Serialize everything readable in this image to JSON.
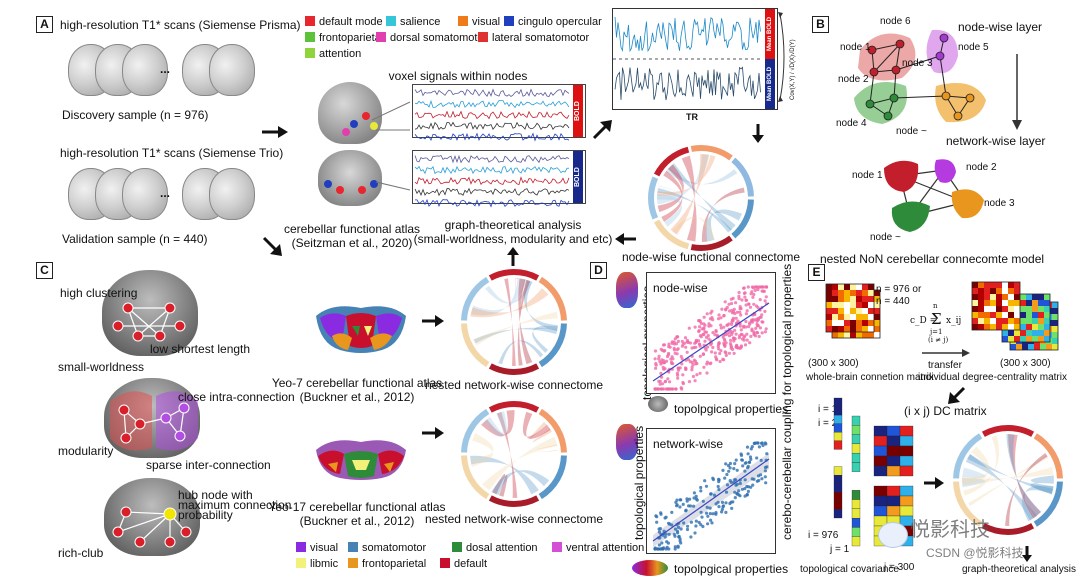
{
  "panel_letters": [
    "A",
    "B",
    "C",
    "D",
    "E"
  ],
  "panel_a": {
    "prisma_label": "high-resolution T1* scans (Siemense Prisma)",
    "trio_label": "high-resolution T1* scans (Siemense Trio)",
    "ellipsis": "...",
    "discovery": "Discovery sample (n = 976)",
    "validation": "Validation sample (n = 440)",
    "voxel_title": "voxel signals within nodes",
    "bold": "BOLD",
    "atlas": "cerebellar functional atlas",
    "atlas_ref": "(Seitzman et al., 2020)",
    "graph_theory": "graph-theoretical analysis",
    "graph_theory_sub": "(small-worldness, modularity and etc)",
    "legend": [
      {
        "label": "default mode",
        "color": "#e8262d"
      },
      {
        "label": "salience",
        "color": "#35c6d9"
      },
      {
        "label": "visual",
        "color": "#ef7a1a"
      },
      {
        "label": "cingulo opercular",
        "color": "#1f3fbf"
      },
      {
        "label": "frontoparietal",
        "color": "#5cc23a"
      },
      {
        "label": "dorsal somatomotor",
        "color": "#e23fae"
      },
      {
        "label": "lateral somatomotor",
        "color": "#e03131"
      },
      {
        "label": "attention",
        "color": "#8fd43a"
      }
    ]
  },
  "timeseries": {
    "mean_bold_top": "Mean BOLD",
    "mean_bold_bottom": "Mean BOLD",
    "xlabel": "TR",
    "corr_formula": "Cov(X,Y) / √D(X)√D(Y)",
    "node_wise_connectome": "node-wise functional connectome"
  },
  "panel_b": {
    "node_layer": "node-wise layer",
    "network_layer": "network-wise layer",
    "nodes_top": [
      "node 6",
      "node 1",
      "node 5",
      "node 2",
      "node 3",
      "node 4",
      "node ~"
    ],
    "nodes_bottom": [
      "node 1",
      "node 2",
      "node 3",
      "node ~"
    ],
    "caption": "nested NoN cerebellar connecomte model"
  },
  "panel_c": {
    "high_clustering": "high clustering",
    "low_shortest": "low shortest length",
    "small_worldness": "small-worldness",
    "close_intra": "close intra-connection",
    "modularity": "modularity",
    "sparse_inter": "sparse inter-connection",
    "hub_node": "hub node with\nmaximum connection\nprobability",
    "rich_club": "rich-club",
    "yeo7": "Yeo-7 cerebellar functional atlas",
    "yeo7_ref": "(Buckner et al., 2012)",
    "yeo17": "Yeo-17 cerebellar functional atlas",
    "yeo17_ref": "(Buckner et al., 2012)",
    "nested_1": "nested network-wise connectome",
    "nested_2": "nested network-wise connectome",
    "legend": [
      {
        "label": "visual",
        "color": "#8a2be2"
      },
      {
        "label": "somatomotor",
        "color": "#4682b4"
      },
      {
        "label": "dosal attention",
        "color": "#2e8b3a"
      },
      {
        "label": "ventral attention",
        "color": "#d44fd4"
      },
      {
        "label": "libmic",
        "color": "#f2f27a"
      },
      {
        "label": "frontoparietal",
        "color": "#e8961e"
      },
      {
        "label": "default",
        "color": "#c8102e"
      }
    ]
  },
  "panel_d": {
    "ylabel": "topological properties",
    "node_wise": "node-wise",
    "network_wise": "network-wise",
    "xlabel_1": "topolpgical properties",
    "xlabel_2": "topolpgical properties",
    "side_label": "cerebo-cerebellar coupling for topological properties"
  },
  "panel_e": {
    "n_note": "n = 976 or\nn = 440",
    "matrix_label_1": "(300 x 300)",
    "matrix_label_2": "(300 x 300)",
    "whole_brain": "whole-brain connetion matrix",
    "transfer": "transfer",
    "individual_dc": "individual degree-centrality matrix",
    "formula_lhs": "c_D =",
    "formula_sum": "Σ",
    "formula_top": "n",
    "formula_term": "x_ij",
    "formula_bottom": "j=1",
    "formula_cond": "(i ≠ j)",
    "ixj": "(i x j) DC matrix",
    "i1": "i = 1",
    "i2": "i = 2",
    "i976": "i = 976",
    "j1": "j = 1",
    "j300": "j = 300",
    "topo_cov": "topological covariance",
    "graph_analysis": "graph-theoretical analysis"
  },
  "watermark": {
    "brand": "悦影科技",
    "csdn": "CSDN @悦影科技"
  }
}
